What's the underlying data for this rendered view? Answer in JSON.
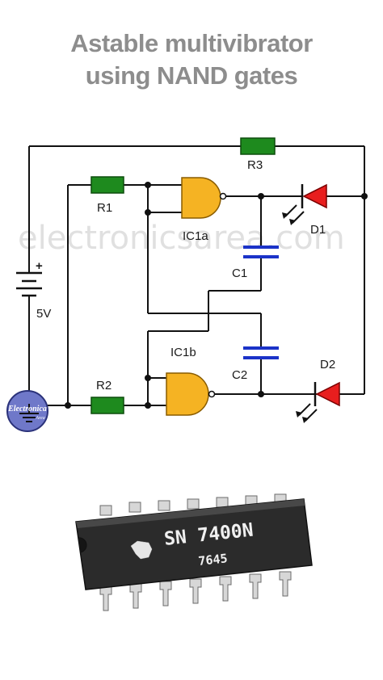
{
  "title_line1": "Astable multivibrator",
  "title_line2": "using NAND gates",
  "watermark": "electronicsarea.com",
  "labels": {
    "r1": "R1",
    "r2": "R2",
    "r3": "R3",
    "c1": "C1",
    "c2": "C2",
    "d1": "D1",
    "d2": "D2",
    "ic1a": "IC1a",
    "ic1b": "IC1b",
    "battery_voltage": "5V",
    "battery_plus": "+"
  },
  "logo": {
    "line1": "Electronica",
    "line2": "Area"
  },
  "chip": {
    "part_number": "SN 7400N",
    "date_code": "7645"
  },
  "colors": {
    "resistor": "#1e8a1e",
    "gate": "#f5b323",
    "capacitor": "#1b33c8",
    "led": "#e81e1e",
    "wire": "#111111",
    "title": "#8d8d8d"
  }
}
